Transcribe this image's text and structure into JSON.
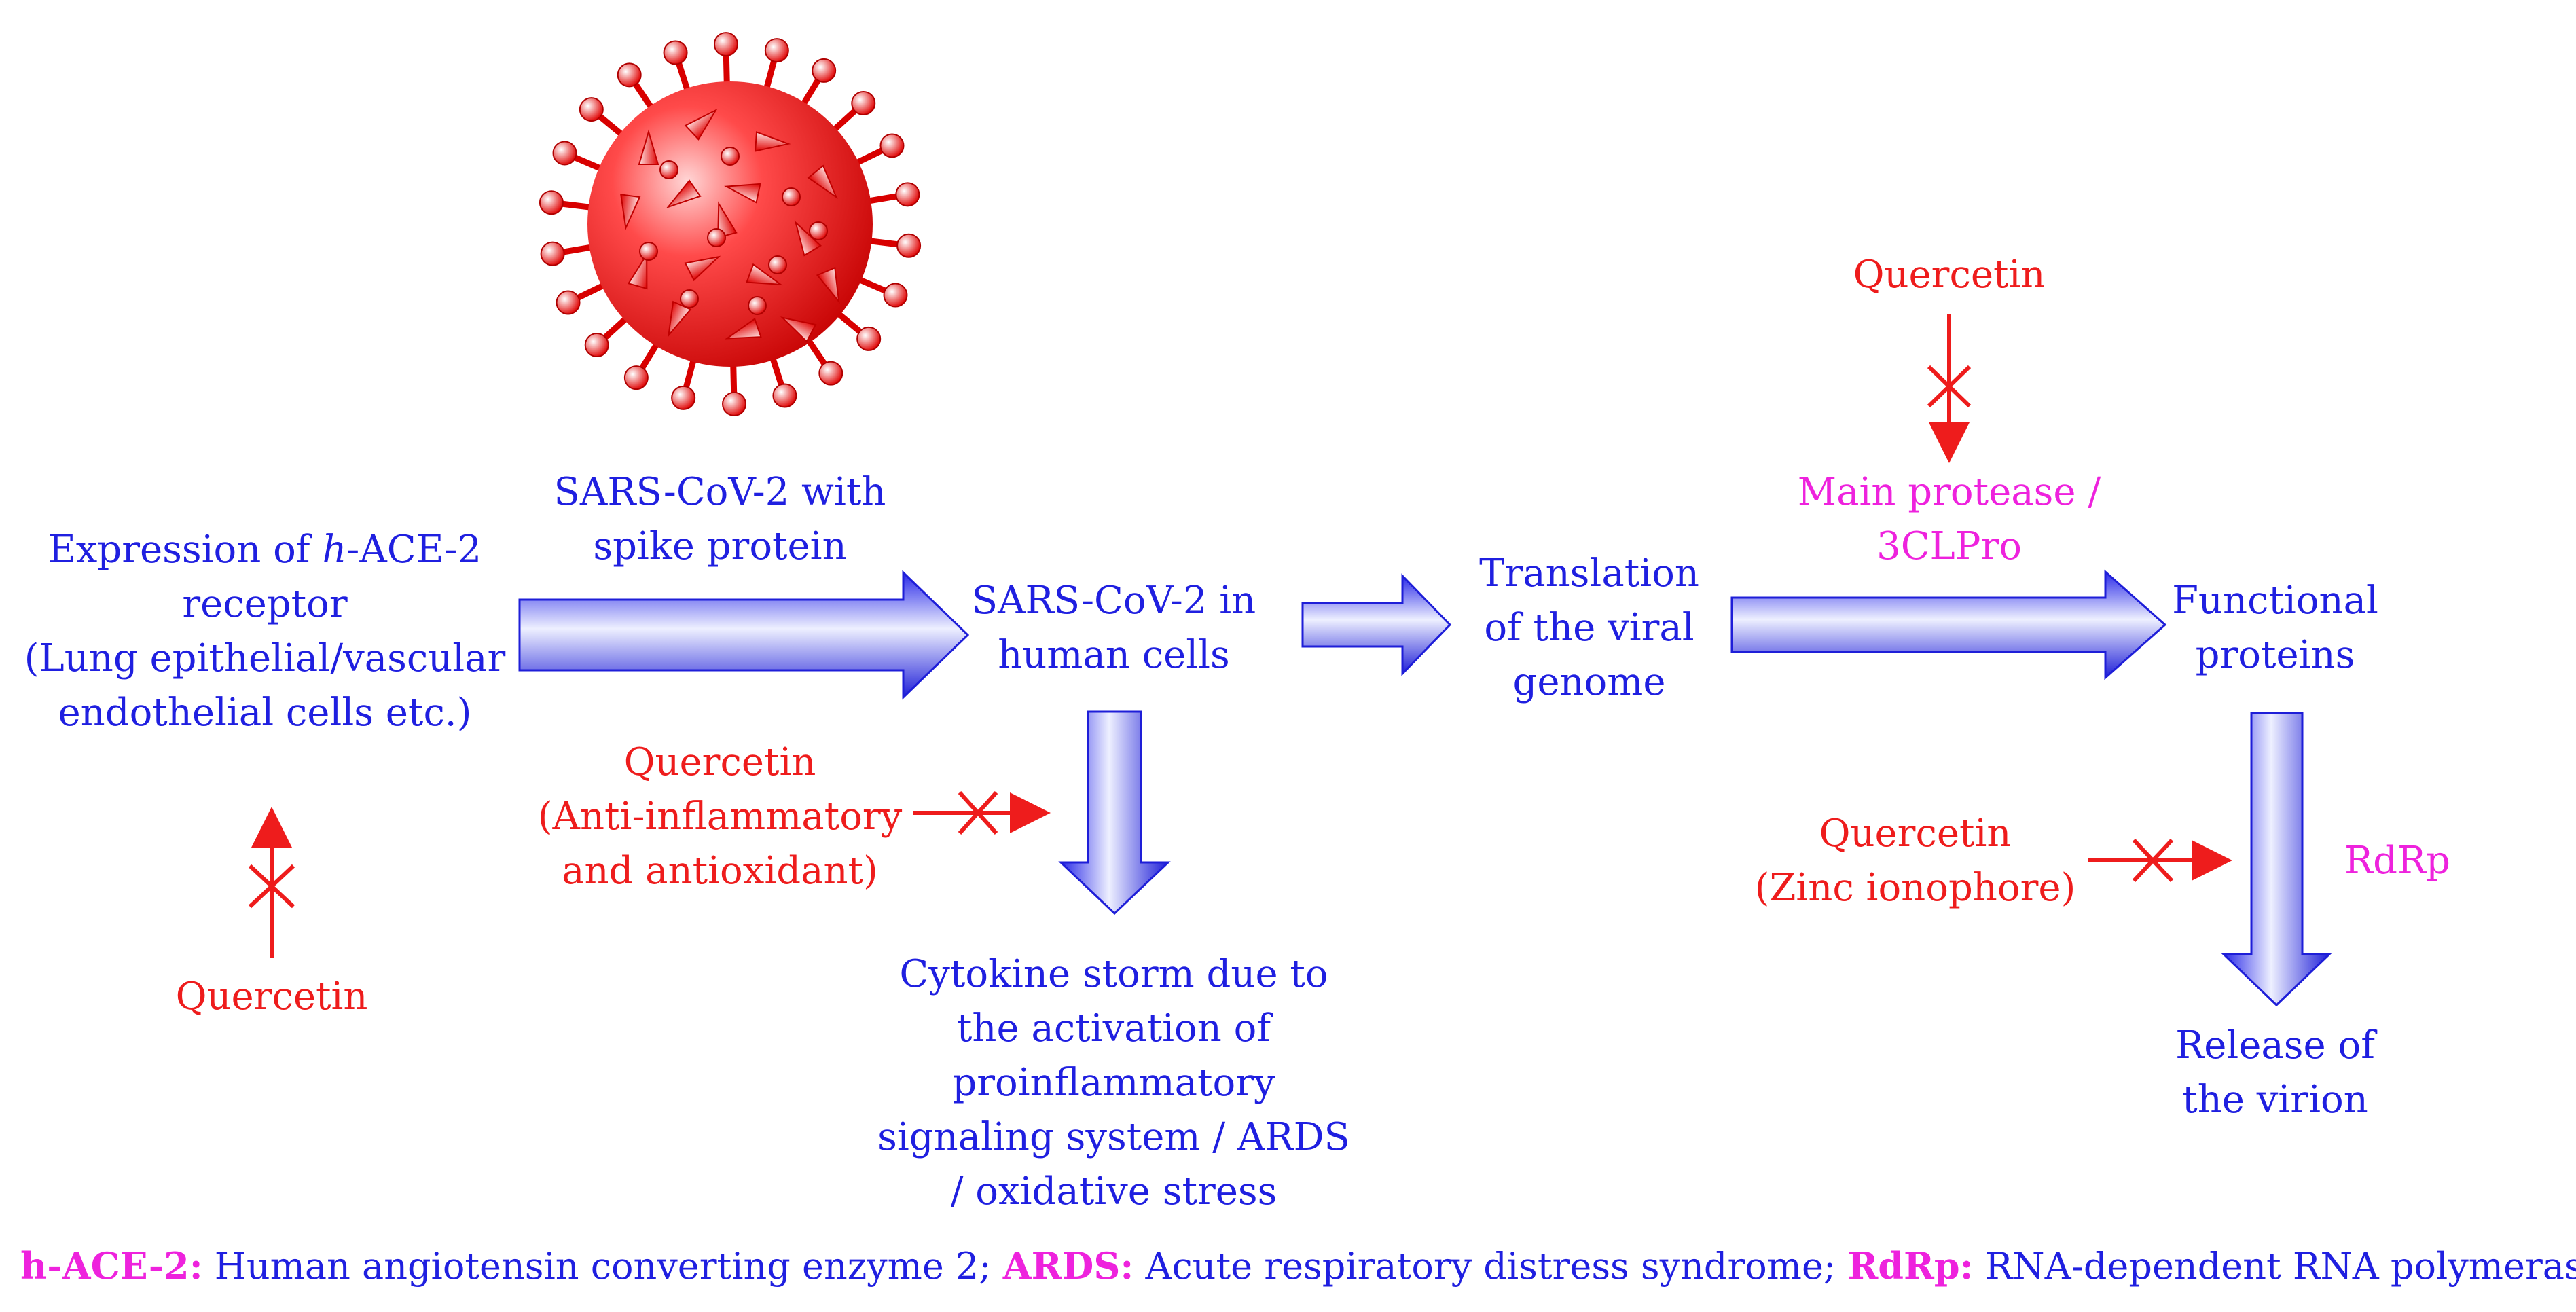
{
  "virus_label": [
    "SARS-CoV-2 with",
    "spike protein"
  ],
  "nodes": {
    "ace2": {
      "lines": [
        "Expression of ",
        "receptor",
        "(Lung epithelial/vascular",
        "endothelial cells etc.)"
      ],
      "italic_prefix": "h",
      "line1_suffix": "-ACE-2"
    },
    "sars_cells": [
      "SARS-CoV-2 in",
      "human cells"
    ],
    "translation": [
      "Translation",
      "of the viral",
      "genome"
    ],
    "functional": [
      "Functional",
      "proteins"
    ],
    "cytokine": [
      "Cytokine storm due to",
      "the activation of",
      "proinflammatory",
      "signaling system / ARDS",
      "/ oxidative stress"
    ],
    "release": [
      "Release of",
      "the virion"
    ]
  },
  "targets": {
    "main_protease": [
      "Main protease /",
      "3CLPro"
    ],
    "rdrp": "RdRp"
  },
  "inhibitors": {
    "ace2": "Quercetin",
    "inflammation": [
      "Quercetin",
      "(Anti-inflammatory",
      "and antioxidant)"
    ],
    "protease": "Quercetin",
    "zinc": [
      "Quercetin",
      "(Zinc ionophore)"
    ]
  },
  "footnote": [
    {
      "key": "h-ACE-2:",
      "text": " Human angiotensin converting enzyme 2; "
    },
    {
      "key": "ARDS:",
      "text": " Acute respiratory distress syndrome; "
    },
    {
      "key": "RdRp:",
      "text": " RNA-dependent RNA polymerase"
    }
  ],
  "colors": {
    "node_text": "#1f1fe0",
    "inhibitor_text": "#ee1c1c",
    "target_text": "#ee22dd",
    "arrow_dark": "#2323e6",
    "arrow_light": "#ffffff",
    "virus": "#e81010"
  }
}
